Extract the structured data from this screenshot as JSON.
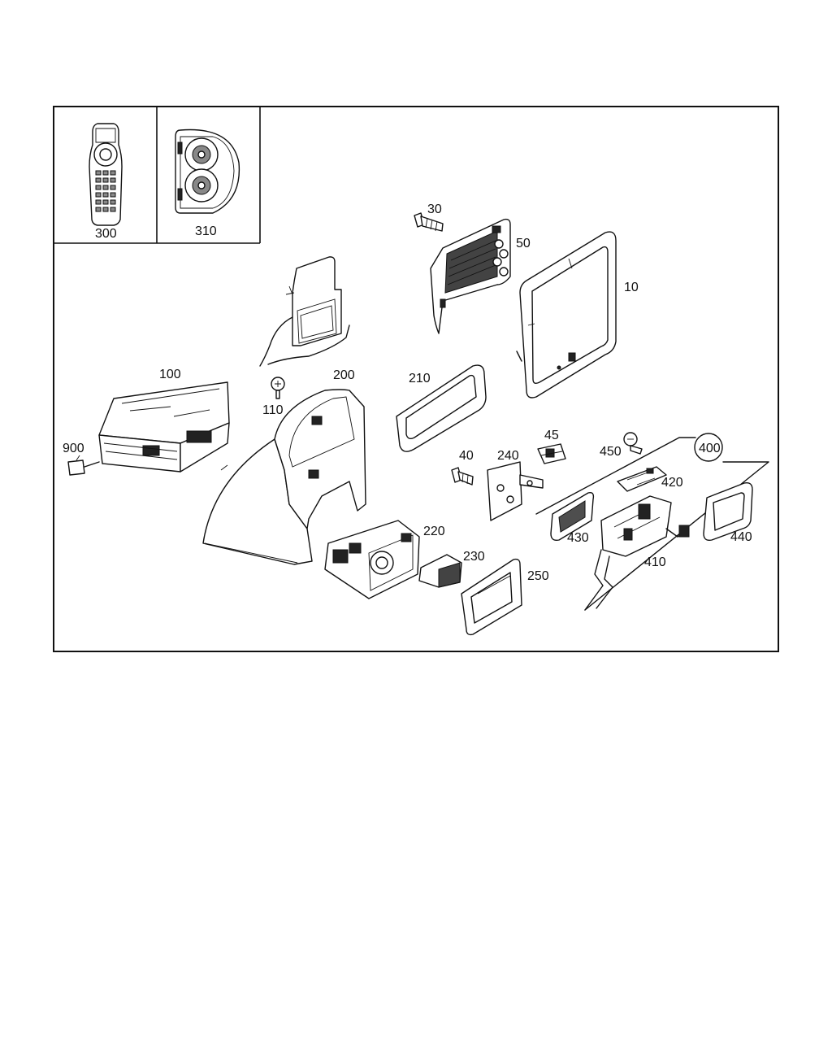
{
  "callouts": {
    "c10": "10",
    "c30": "30",
    "c40": "40",
    "c45": "45",
    "c50": "50",
    "c100": "100",
    "c110": "110",
    "c200": "200",
    "c210": "210",
    "c220": "220",
    "c230": "230",
    "c240": "240",
    "c250": "250",
    "c300": "300",
    "c310": "310",
    "c400": "400",
    "c410": "410",
    "c420": "420",
    "c430": "430",
    "c440": "440",
    "c450": "450",
    "c900": "900"
  }
}
